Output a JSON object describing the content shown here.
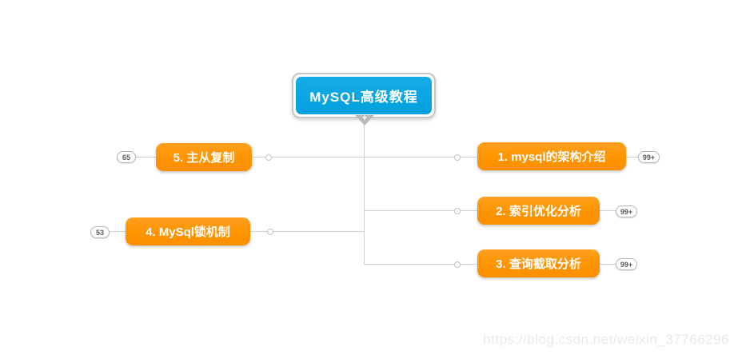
{
  "root": {
    "label": "MySQL高级教程",
    "expander_symbol": "+"
  },
  "branches": {
    "left": [
      {
        "label": "5. 主从复制",
        "badge": "65"
      },
      {
        "label": "4. MySql锁机制",
        "badge": "53"
      }
    ],
    "right": [
      {
        "label": "1. mysql的架构介绍",
        "badge": "99+"
      },
      {
        "label": "2. 索引优化分析",
        "badge": "99+"
      },
      {
        "label": "3. 查询截取分析",
        "badge": "99+"
      }
    ]
  },
  "watermark": "https://blog.csdn.net/weixin_37766296",
  "colors": {
    "root_fill": "#00A0DE",
    "topic_fill": "#FF9400",
    "connector": "#CFCFCF",
    "background": "#FFFFFF"
  }
}
